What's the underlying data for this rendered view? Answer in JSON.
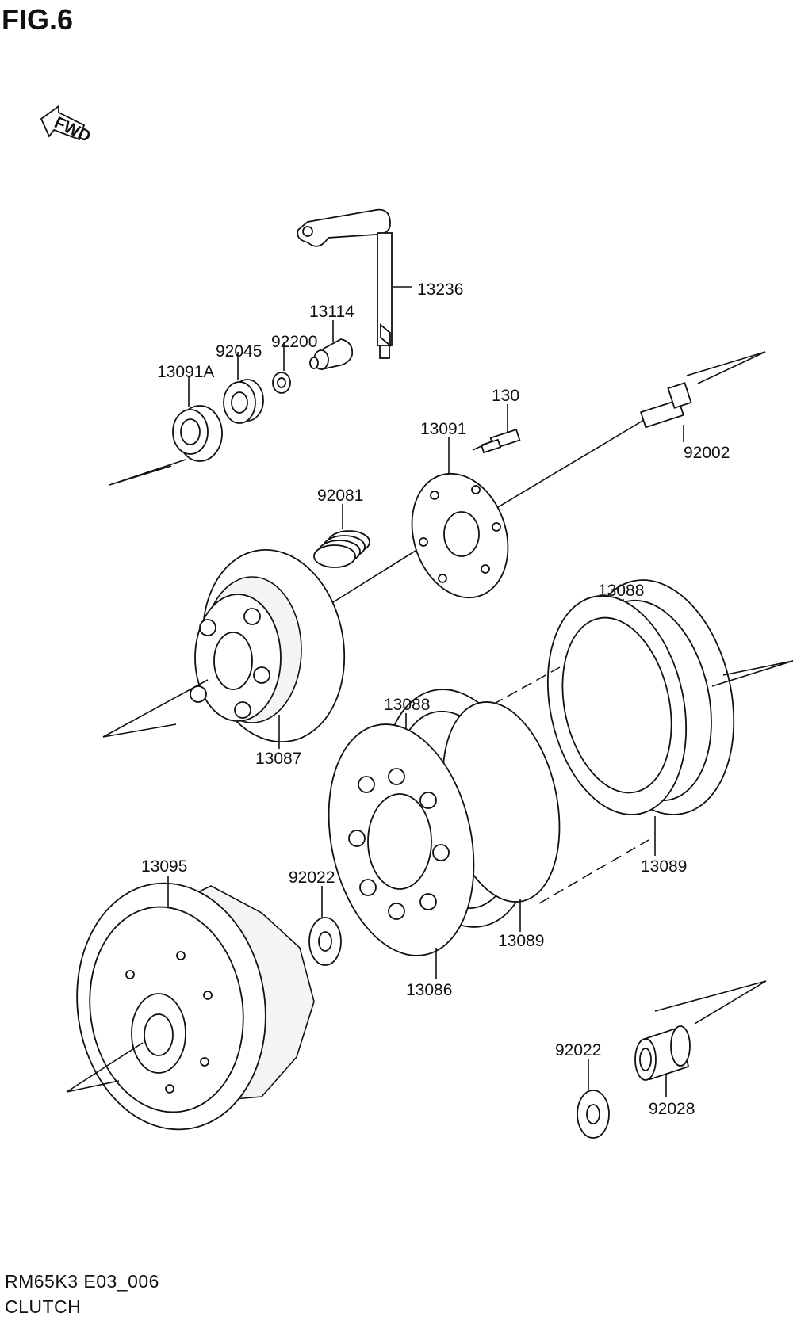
{
  "figure": {
    "title": "FIG.6"
  },
  "fwd": "FWD",
  "footer": {
    "code": "RM65K3 E03_006",
    "name": "CLUTCH"
  },
  "parts": {
    "p13236": "13236",
    "p13114": "13114",
    "p92200": "92200",
    "p92045": "92045",
    "p13091A": "13091A",
    "p130": "130",
    "p92002": "92002",
    "p13091": "13091",
    "p92081": "92081",
    "p13088_top": "13088",
    "p13087": "13087",
    "p13088_mid": "13088",
    "p13089_right": "13089",
    "p13095": "13095",
    "p92022_mid": "92022",
    "p13089_mid": "13089",
    "p13086": "13086",
    "p92022_low": "92022",
    "p92028": "92028"
  }
}
